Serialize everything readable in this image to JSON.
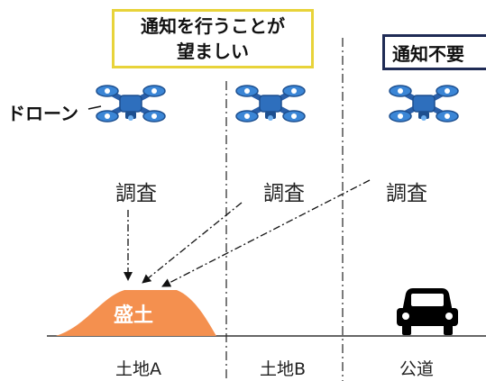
{
  "boxes": {
    "recommended": [
      "通知を行うことが",
      "望ましい"
    ],
    "not_required": "通知不要"
  },
  "drone_label": "ドローン",
  "survey_labels": [
    "調査",
    "調査",
    "調査"
  ],
  "landfill_label": "盛土",
  "land_labels": [
    "土地A",
    "土地B",
    "公道"
  ],
  "icons": [
    "drone-icon",
    "car-icon"
  ],
  "colors": {
    "landfill": "#f4904f",
    "drone_body": "#2e6fbd",
    "box_yellow": "#e8d33a",
    "box_navy": "#1f2b55"
  }
}
